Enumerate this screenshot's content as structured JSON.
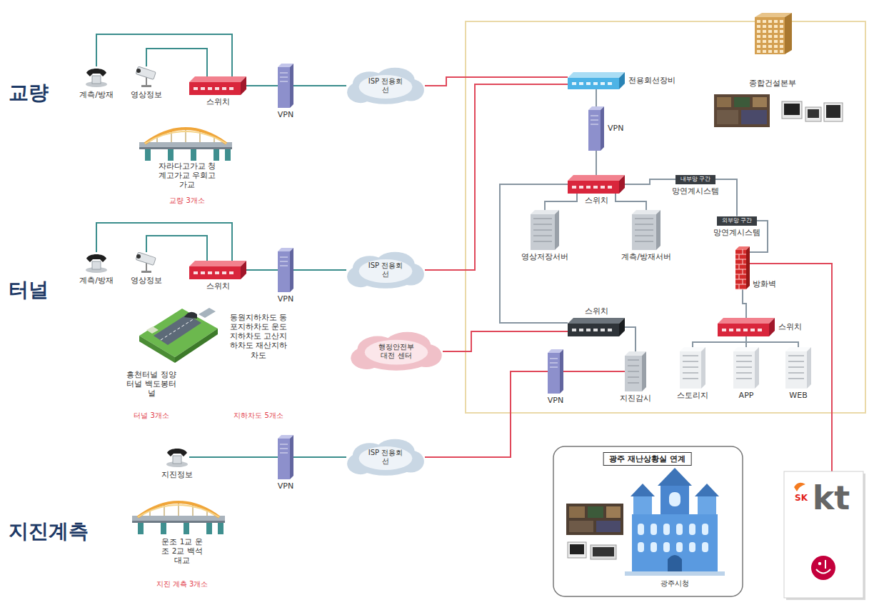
{
  "diagram": {
    "nodes": [
      {
        "text": [
          "계측/방재"
        ]
      },
      {
        "text": [
          "영상정보"
        ]
      },
      {
        "text": [
          "스위치"
        ]
      },
      {
        "text": [
          "VPN"
        ]
      },
      {
        "text": [
          "ISP 전용회선"
        ]
      },
      {
        "text": [
          "계측/방재"
        ]
      },
      {
        "text": [
          "영상정보"
        ]
      },
      {
        "text": [
          "스위치"
        ]
      },
      {
        "text": [
          "VPN"
        ]
      },
      {
        "text": [
          "ISP 전용회선"
        ]
      },
      {
        "text": [
          "지진정보"
        ]
      },
      {
        "text": [
          "VPN"
        ]
      },
      {
        "text": [
          "ISP 전용회선"
        ]
      },
      {
        "text": [
          "전용회선장비"
        ]
      },
      {
        "text": [
          "종합건설본부"
        ]
      },
      {
        "text": [
          "VPN"
        ]
      },
      {
        "text": [
          "스위치"
        ]
      },
      {
        "text": [
          "내부망 구간",
          "망연계시스템"
        ]
      },
      {
        "text": [
          "외부망 구간",
          "망연계시스템"
        ]
      },
      {
        "text": [
          "영상저장서버"
        ]
      },
      {
        "text": [
          "계측/방재서버"
        ]
      },
      {
        "text": [
          "방화벽"
        ]
      },
      {
        "text": [
          "스위치"
        ]
      },
      {
        "text": [
          "스위치"
        ]
      },
      {
        "text": [
          "행정안전부 대전 센터"
        ]
      },
      {
        "text": [
          "VPN"
        ]
      },
      {
        "text": [
          "지진감시"
        ]
      },
      {
        "text": [
          "스토리지"
        ]
      },
      {
        "text": [
          "APP"
        ]
      },
      {
        "text": [
          "WEB"
        ]
      },
      {
        "text": [
          "광주 재난상황실 연계",
          "광주시청"
        ]
      },
      {
        "text": [
          "SK",
          "kt"
        ]
      }
    ],
    "edges": [
      {
        "from": 0,
        "to": 2,
        "arrow": "none"
      },
      {
        "from": 1,
        "to": 2,
        "arrow": "none"
      },
      {
        "from": 2,
        "to": 3,
        "arrow": "none"
      },
      {
        "from": 3,
        "to": 4,
        "arrow": "none"
      },
      {
        "from": 4,
        "to": 13,
        "arrow": "none"
      },
      {
        "from": 5,
        "to": 7,
        "arrow": "none"
      },
      {
        "from": 6,
        "to": 7,
        "arrow": "none"
      },
      {
        "from": 7,
        "to": 8,
        "arrow": "none"
      },
      {
        "from": 8,
        "to": 9,
        "arrow": "none"
      },
      {
        "from": 9,
        "to": 13,
        "arrow": "none"
      },
      {
        "from": 10,
        "to": 11,
        "arrow": "none"
      },
      {
        "from": 11,
        "to": 12,
        "arrow": "none"
      },
      {
        "from": 12,
        "to": 25,
        "arrow": "none"
      },
      {
        "from": 25,
        "to": 26,
        "arrow": "none"
      },
      {
        "from": 13,
        "to": 15,
        "arrow": "none"
      },
      {
        "from": 15,
        "to": 16,
        "arrow": "none"
      },
      {
        "from": 16,
        "to": 17,
        "arrow": "none"
      },
      {
        "from": 17,
        "to": 18,
        "arrow": "none"
      },
      {
        "from": 18,
        "to": 21,
        "arrow": "none"
      },
      {
        "from": 16,
        "to": 19,
        "arrow": "none"
      },
      {
        "from": 16,
        "to": 20,
        "arrow": "none"
      },
      {
        "from": 16,
        "to": 23,
        "arrow": "none"
      },
      {
        "from": 23,
        "to": 24,
        "arrow": "none"
      },
      {
        "from": 23,
        "to": 26,
        "arrow": "none"
      },
      {
        "from": 21,
        "to": 22,
        "arrow": "none"
      },
      {
        "from": 22,
        "to": 27,
        "arrow": "none"
      },
      {
        "from": 22,
        "to": 28,
        "arrow": "none"
      },
      {
        "from": 22,
        "to": 29,
        "arrow": "none"
      },
      {
        "from": 21,
        "to": 31,
        "arrow": "none"
      }
    ],
    "labels": [
      "교량",
      "자라다고가교 청계고가교 우회고가교",
      "교량 3개소",
      "터널",
      "흥천터널 정양터널 백도봉터널",
      "동원지하차도 동포지하차도 운도지하차도 고산지하차도 재산지하차도",
      "터널 3개소",
      "지하차도 5개소",
      "지진계측",
      "운조 1교 운조 2교 백석대교",
      "지진 계측 3개소"
    ]
  }
}
